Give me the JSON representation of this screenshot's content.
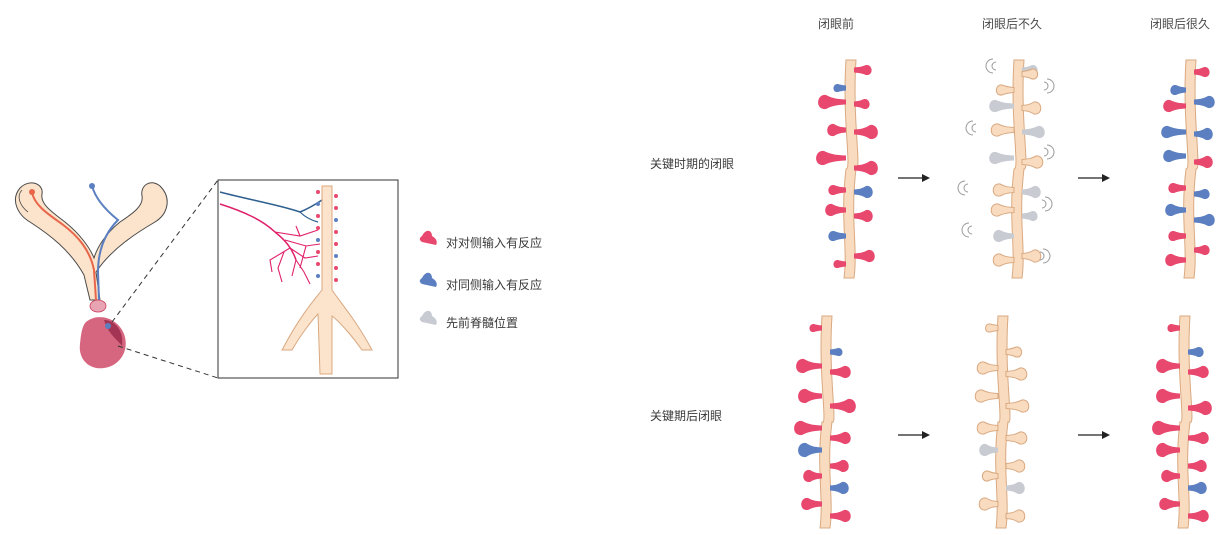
{
  "legend": {
    "contralateral": "对对侧输入有反应",
    "ipsilateral": "对同侧输入有反应",
    "previous": "先前脊髓位置"
  },
  "columns": [
    "闭眼前",
    "闭眼后不久",
    "闭眼后很久"
  ],
  "rows": [
    "关键时期的闭眼",
    "关键期后闭眼"
  ],
  "colors": {
    "contralateral": "#e8486e",
    "ipsilateral": "#5b7fc0",
    "previous": "#c8ccd2",
    "dendrite": "#f9dcc0",
    "dendrite_outline": "#d9a981",
    "nucleus": "#c8415f"
  }
}
